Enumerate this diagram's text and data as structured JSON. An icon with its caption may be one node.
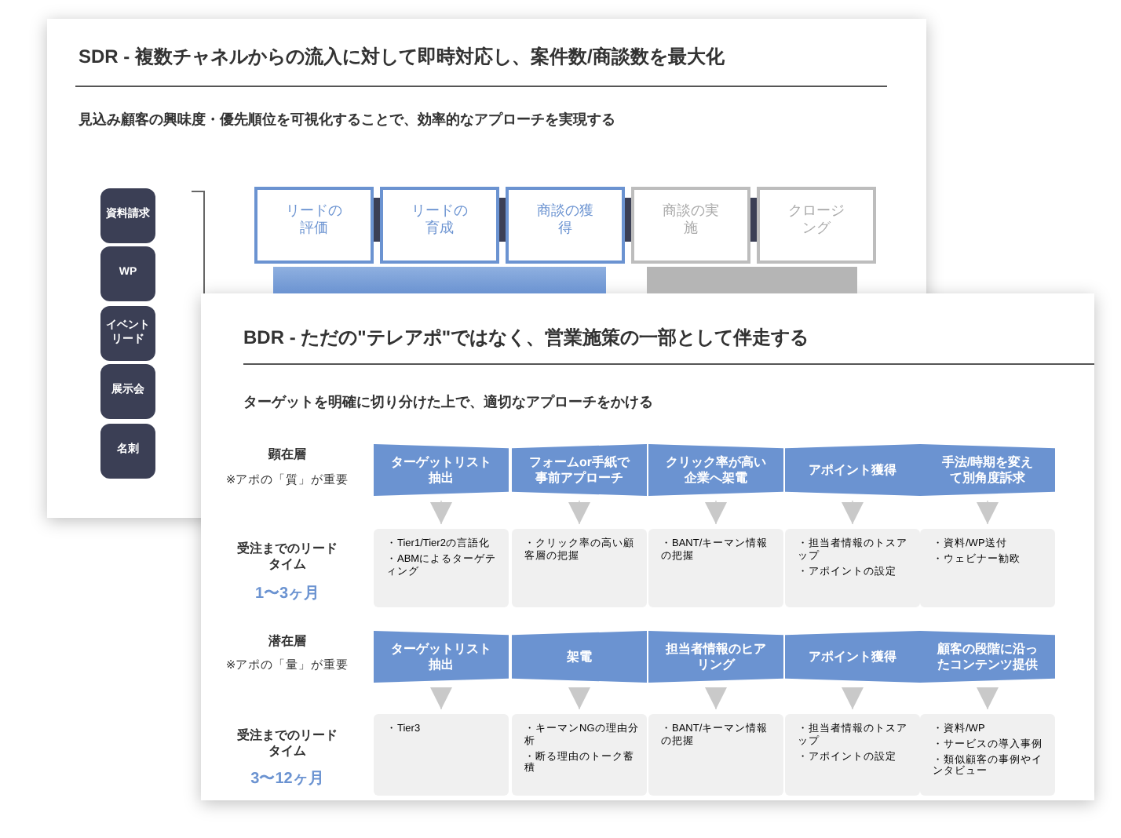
{
  "diagram": {
    "nodes": [
      {
        "text": [
          "資料請求"
        ]
      },
      {
        "text": [
          "WP"
        ]
      },
      {
        "text": [
          "イベントリード"
        ]
      },
      {
        "text": [
          "展示会"
        ]
      },
      {
        "text": [
          "名刺"
        ]
      },
      {
        "text": [
          "リードの評価"
        ]
      },
      {
        "text": [
          "リードの育成"
        ]
      },
      {
        "text": [
          "商談の獲得"
        ]
      },
      {
        "text": [
          "商談の実施"
        ]
      },
      {
        "text": [
          "クロージング"
        ]
      },
      {
        "text": [
          "ターゲットリスト抽出"
        ]
      },
      {
        "text": [
          "フォームor手紙で事前アプローチ"
        ]
      },
      {
        "text": [
          "クリック率が高い企業へ架電"
        ]
      },
      {
        "text": [
          "アポイント獲得"
        ]
      },
      {
        "text": [
          "手法/時期を変えて別角度訴求"
        ]
      },
      {
        "text": [
          "・Tier1/Tier2の言語化",
          "・ABMによるターゲティング"
        ]
      },
      {
        "text": [
          "・クリック率の高い顧客層の把握"
        ]
      },
      {
        "text": [
          "・BANT/キーマン情報の把握"
        ]
      },
      {
        "text": [
          "・担当者情報のトスアップ",
          "・アポイントの設定"
        ]
      },
      {
        "text": [
          "・資料/WP送付",
          "・ウェビナー勧欧"
        ]
      },
      {
        "text": [
          "ターゲットリスト抽出"
        ]
      },
      {
        "text": [
          "架電"
        ]
      },
      {
        "text": [
          "担当者情報のヒアリング"
        ]
      },
      {
        "text": [
          "アポイント獲得"
        ]
      },
      {
        "text": [
          "顧客の段階に沿ったコンテンツ提供"
        ]
      },
      {
        "text": [
          "・Tier3"
        ]
      },
      {
        "text": [
          "・キーマンNGの理由分析",
          "・断る理由のトーク蓄積"
        ]
      },
      {
        "text": [
          "・BANT/キーマン情報の把握"
        ]
      },
      {
        "text": [
          "・担当者情報のトスアップ",
          "・アポイントの設定"
        ]
      },
      {
        "text": [
          "・資料/WP",
          "・サービスの導入事例",
          "・類似顧客の事例やインタビュー"
        ]
      }
    ],
    "edges": [
      {
        "from": 10,
        "to": 15,
        "arrow": "to"
      },
      {
        "from": 11,
        "to": 16,
        "arrow": "to"
      },
      {
        "from": 12,
        "to": 17,
        "arrow": "to"
      },
      {
        "from": 13,
        "to": 18,
        "arrow": "to"
      },
      {
        "from": 14,
        "to": 19,
        "arrow": "to"
      },
      {
        "from": 20,
        "to": 25,
        "arrow": "to"
      },
      {
        "from": 21,
        "to": 26,
        "arrow": "to"
      },
      {
        "from": 22,
        "to": 27,
        "arrow": "to"
      },
      {
        "from": 23,
        "to": 28,
        "arrow": "to"
      },
      {
        "from": 24,
        "to": 29,
        "arrow": "to"
      }
    ],
    "labels": [
      "SDR - 複数チャネルからの流入に対して即時対応し、案件数/商談数を最大化",
      "見込み顧客の興味度・優先順位を可視化することで、効率的なアプローチを実現する",
      "BDR - ただの\"テレアポ\"ではなく、営業施策の一部として伴走する",
      "ターゲットを明確に切り分けた上で、適切なアプローチをかける",
      "顕在層",
      "※アポの「質」が重要",
      "受注までのリードタイム",
      "1〜3ヶ月",
      "潜在層",
      "※アポの「量」が重要",
      "受注までのリードタイム",
      "3〜12ヶ月"
    ]
  }
}
